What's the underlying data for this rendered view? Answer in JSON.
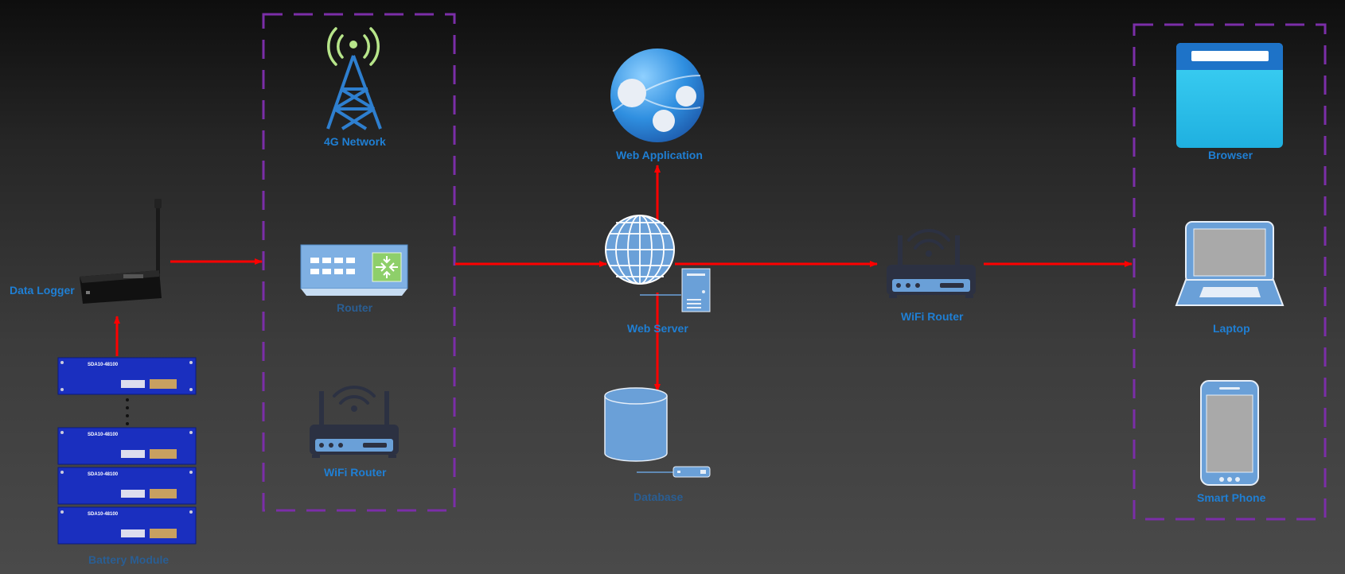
{
  "colors": {
    "label_blue": "#1f7fd4",
    "label_dim": "#2a5e93",
    "arrow": "#ff0000",
    "group_border": "#7b2ea8",
    "device_blue": "#6aa0d8",
    "device_dark": "#2c3142"
  },
  "nodes": {
    "data_logger": {
      "label": "Data Logger",
      "icon": "data-logger-icon"
    },
    "battery_module": {
      "label": "Battery Module",
      "icon": "battery-rack-icon",
      "unit_text": "SDA10-48100"
    },
    "network_4g": {
      "label": "4G Network",
      "icon": "cell-tower-icon"
    },
    "router": {
      "label": "Router",
      "icon": "network-switch-icon"
    },
    "wifi_router_left": {
      "label": "WiFi Router",
      "icon": "wifi-router-icon"
    },
    "web_application": {
      "label": "Web Application",
      "icon": "web-app-icon"
    },
    "web_server": {
      "label": "Web Server",
      "icon": "globe-server-icon"
    },
    "database": {
      "label": "Database",
      "icon": "database-icon"
    },
    "wifi_router_mid": {
      "label": "WiFi Router",
      "icon": "wifi-router-icon"
    },
    "browser": {
      "label": "Browser",
      "icon": "browser-icon"
    },
    "laptop": {
      "label": "Laptop",
      "icon": "laptop-icon"
    },
    "smart_phone": {
      "label": "Smart Phone",
      "icon": "smartphone-icon"
    }
  },
  "edges": [
    {
      "from": "battery_module",
      "to": "data_logger"
    },
    {
      "from": "data_logger",
      "to": "network_group"
    },
    {
      "from": "network_group",
      "to": "web_server"
    },
    {
      "from": "web_server",
      "to": "web_application"
    },
    {
      "from": "web_server",
      "to": "database"
    },
    {
      "from": "web_server",
      "to": "wifi_router_mid"
    },
    {
      "from": "wifi_router_mid",
      "to": "client_group"
    }
  ],
  "groups": {
    "network_group": {
      "members": [
        "network_4g",
        "router",
        "wifi_router_left"
      ]
    },
    "client_group": {
      "members": [
        "browser",
        "laptop",
        "smart_phone"
      ]
    }
  }
}
